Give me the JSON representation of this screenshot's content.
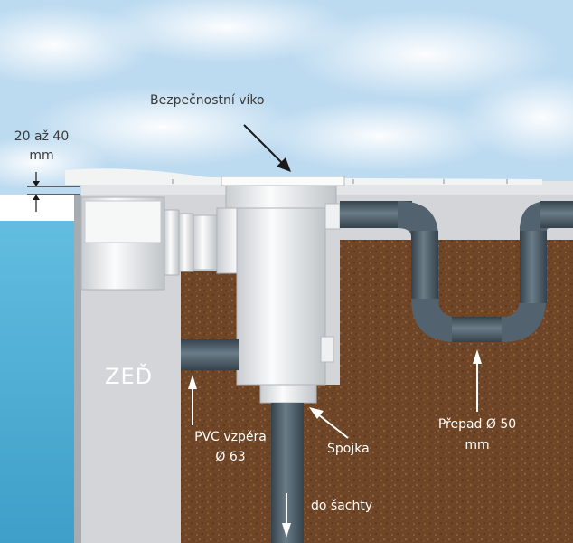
{
  "labels": {
    "lid": "Bezpečnostní víko",
    "gap_line1": "20 až 40",
    "gap_line2": "mm",
    "wall": "ZEĎ",
    "strut_line1": "PVC vzpěra",
    "strut_line2": "Ø 63",
    "coupling": "Spojka",
    "overflow_line1": "Přepad Ø 50",
    "overflow_line2": "mm",
    "to_shaft": "do šachty"
  },
  "colors": {
    "sky": "#bcdaf0",
    "water": "#5ab6d8",
    "wall": "#d3d5d8",
    "soil": "#6e4526",
    "pipe": "#4a5a66",
    "skimmer": "#eef0f1"
  }
}
